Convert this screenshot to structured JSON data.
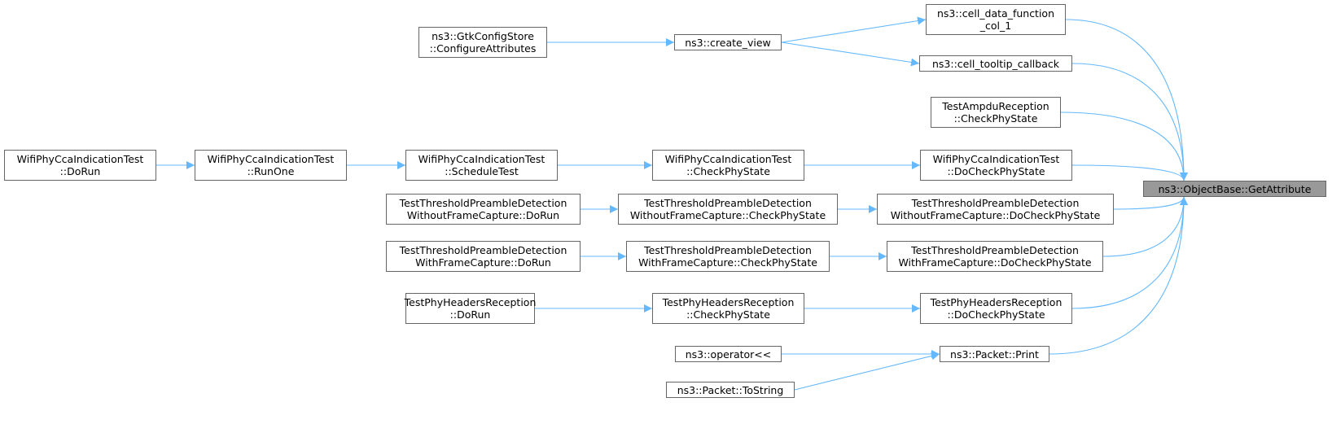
{
  "diagram": {
    "edge_color": "#63b8ff",
    "root": {
      "id": "getattr",
      "lines": [
        "ns3::ObjectBase::GetAttribute"
      ],
      "fill": "#999999"
    },
    "nodes": [
      {
        "id": "cdf",
        "lines": [
          "ns3::cell_data_function",
          "_col_1"
        ]
      },
      {
        "id": "ctc",
        "lines": [
          "ns3::cell_tooltip_callback"
        ]
      },
      {
        "id": "create_view",
        "lines": [
          "ns3::create_view"
        ]
      },
      {
        "id": "gtk",
        "lines": [
          "ns3::GtkConfigStore",
          "::ConfigureAttributes"
        ]
      },
      {
        "id": "ampdu",
        "lines": [
          "TestAmpduReception",
          "::CheckPhyState"
        ]
      },
      {
        "id": "wcca_do",
        "lines": [
          "WifiPhyCcaIndicationTest",
          "::DoCheckPhyState"
        ]
      },
      {
        "id": "wcca_check",
        "lines": [
          "WifiPhyCcaIndicationTest",
          "::CheckPhyState"
        ]
      },
      {
        "id": "wcca_sched",
        "lines": [
          "WifiPhyCcaIndicationTest",
          "::ScheduleTest"
        ]
      },
      {
        "id": "wcca_runone",
        "lines": [
          "WifiPhyCcaIndicationTest",
          "::RunOne"
        ]
      },
      {
        "id": "wcca_dorun",
        "lines": [
          "WifiPhyCcaIndicationTest",
          "::DoRun"
        ]
      },
      {
        "id": "tpd_wo_do",
        "lines": [
          "TestThresholdPreambleDetection",
          "WithoutFrameCapture::DoCheckPhyState"
        ]
      },
      {
        "id": "tpd_wo_check",
        "lines": [
          "TestThresholdPreambleDetection",
          "WithoutFrameCapture::CheckPhyState"
        ]
      },
      {
        "id": "tpd_wo_run",
        "lines": [
          "TestThresholdPreambleDetection",
          "WithoutFrameCapture::DoRun"
        ]
      },
      {
        "id": "tpd_w_do",
        "lines": [
          "TestThresholdPreambleDetection",
          "WithFrameCapture::DoCheckPhyState"
        ]
      },
      {
        "id": "tpd_w_check",
        "lines": [
          "TestThresholdPreambleDetection",
          "WithFrameCapture::CheckPhyState"
        ]
      },
      {
        "id": "tpd_w_run",
        "lines": [
          "TestThresholdPreambleDetection",
          "WithFrameCapture::DoRun"
        ]
      },
      {
        "id": "phh_do",
        "lines": [
          "TestPhyHeadersReception",
          "::DoCheckPhyState"
        ]
      },
      {
        "id": "phh_check",
        "lines": [
          "TestPhyHeadersReception",
          "::CheckPhyState"
        ]
      },
      {
        "id": "phh_run",
        "lines": [
          "TestPhyHeadersReception",
          "::DoRun"
        ]
      },
      {
        "id": "pkt_print",
        "lines": [
          "ns3::Packet::Print"
        ]
      },
      {
        "id": "op",
        "lines": [
          "ns3::operator<<"
        ]
      },
      {
        "id": "tostr",
        "lines": [
          "ns3::Packet::ToString"
        ]
      }
    ],
    "edges": [
      {
        "from": "cdf",
        "to": "getattr"
      },
      {
        "from": "ctc",
        "to": "getattr"
      },
      {
        "from": "ampdu",
        "to": "getattr"
      },
      {
        "from": "wcca_do",
        "to": "getattr"
      },
      {
        "from": "tpd_wo_do",
        "to": "getattr"
      },
      {
        "from": "tpd_w_do",
        "to": "getattr"
      },
      {
        "from": "phh_do",
        "to": "getattr"
      },
      {
        "from": "pkt_print",
        "to": "getattr"
      },
      {
        "from": "create_view",
        "to": "cdf"
      },
      {
        "from": "create_view",
        "to": "ctc"
      },
      {
        "from": "gtk",
        "to": "create_view"
      },
      {
        "from": "wcca_check",
        "to": "wcca_do"
      },
      {
        "from": "wcca_sched",
        "to": "wcca_check"
      },
      {
        "from": "wcca_runone",
        "to": "wcca_sched"
      },
      {
        "from": "wcca_dorun",
        "to": "wcca_runone"
      },
      {
        "from": "tpd_wo_check",
        "to": "tpd_wo_do"
      },
      {
        "from": "tpd_wo_run",
        "to": "tpd_wo_check"
      },
      {
        "from": "tpd_w_check",
        "to": "tpd_w_do"
      },
      {
        "from": "tpd_w_run",
        "to": "tpd_w_check"
      },
      {
        "from": "phh_check",
        "to": "phh_do"
      },
      {
        "from": "phh_run",
        "to": "phh_check"
      },
      {
        "from": "op",
        "to": "pkt_print"
      },
      {
        "from": "tostr",
        "to": "pkt_print"
      }
    ]
  }
}
